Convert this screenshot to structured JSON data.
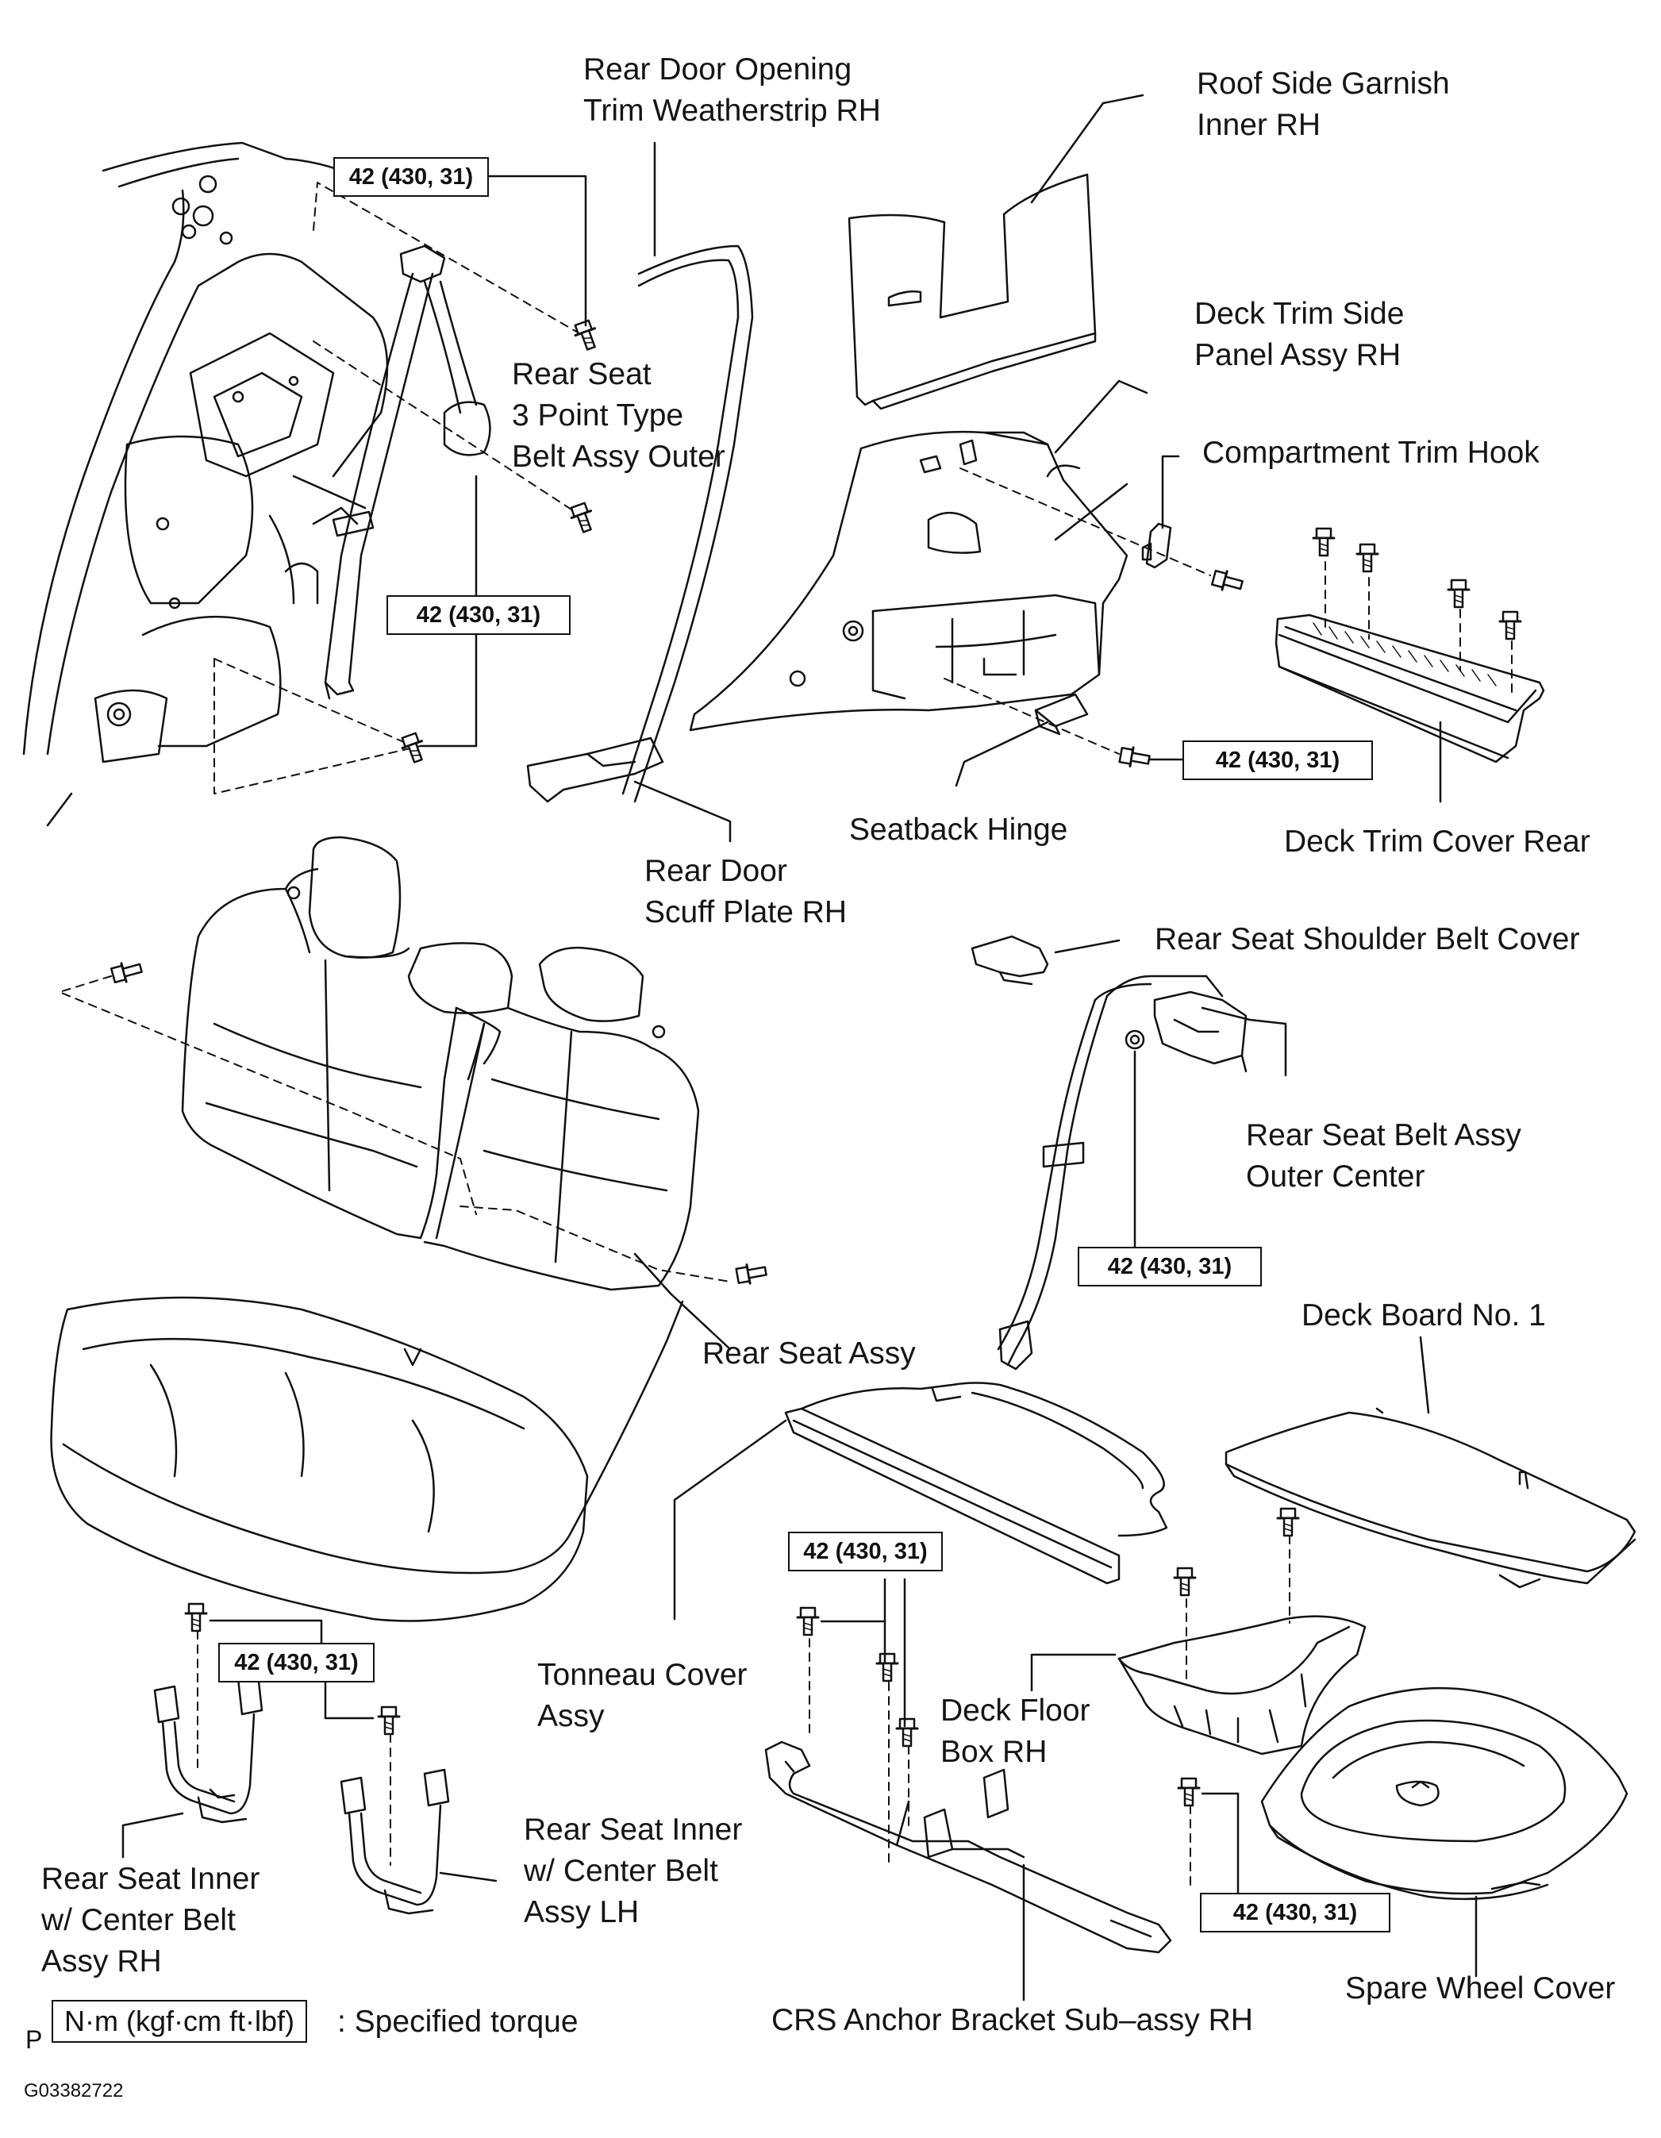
{
  "labels": {
    "rear_door_opening_trim": [
      "Rear Door Opening",
      "Trim Weatherstrip RH"
    ],
    "roof_side_garnish": [
      "Roof Side Garnish",
      "Inner RH"
    ],
    "deck_trim_side_panel": [
      "Deck Trim Side",
      "Panel Assy RH"
    ],
    "compartment_trim_hook": [
      "Compartment Trim Hook"
    ],
    "rear_seat_3pt_belt": [
      "Rear Seat",
      "3 Point Type",
      "Belt Assy Outer"
    ],
    "rear_door_scuff_plate": [
      "Rear Door",
      "Scuff Plate RH"
    ],
    "seatback_hinge": [
      "Seatback Hinge"
    ],
    "deck_trim_cover_rear": [
      "Deck Trim Cover Rear"
    ],
    "rear_seat_shoulder_belt_cover": [
      "Rear Seat Shoulder Belt Cover"
    ],
    "rear_seat_belt_outer_center": [
      "Rear Seat Belt Assy",
      "Outer Center"
    ],
    "deck_board_no1": [
      "Deck Board No. 1"
    ],
    "rear_seat_assy": [
      "Rear Seat Assy"
    ],
    "tonneau_cover": [
      "Tonneau Cover",
      "Assy"
    ],
    "deck_floor_box": [
      "Deck Floor",
      "Box RH"
    ],
    "rear_seat_inner_rh": [
      "Rear Seat Inner",
      "w/ Center Belt",
      "Assy RH"
    ],
    "rear_seat_inner_lh": [
      "Rear Seat Inner",
      "w/ Center Belt",
      "Assy LH"
    ],
    "crs_anchor_bracket": [
      "CRS Anchor Bracket Sub–assy RH"
    ],
    "spare_wheel_cover": [
      "Spare Wheel Cover"
    ]
  },
  "torque_value": "42 (430, 31)",
  "legend": {
    "prefix": "P",
    "unit": "N·m (kgf·cm ft·lbf)",
    "text": ": Specified torque"
  },
  "figure_code": "G03382722"
}
